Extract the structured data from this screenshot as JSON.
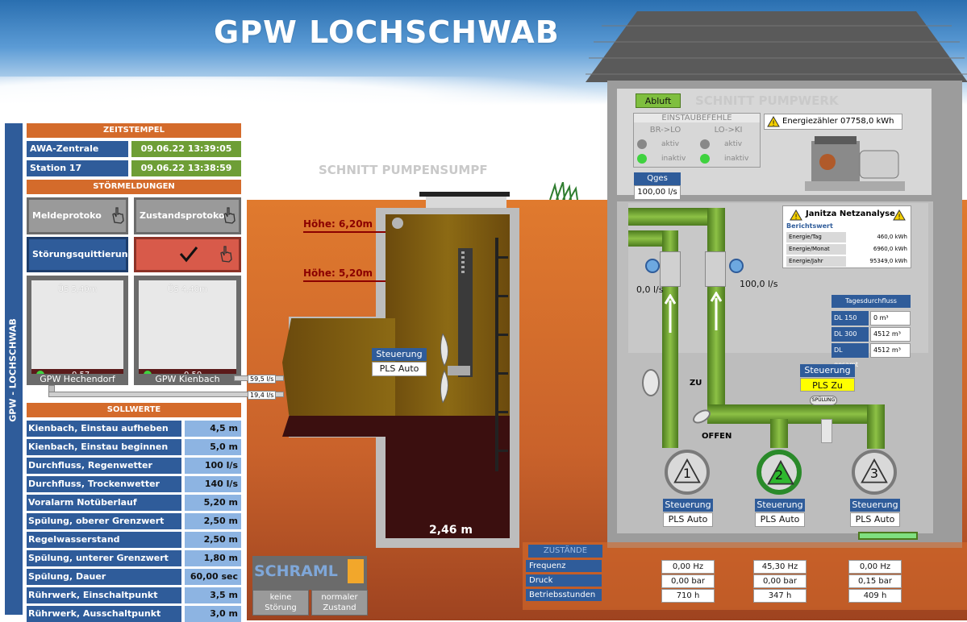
{
  "title": "GPW LOCHSCHWAB",
  "side_tab": "GPW - LOCHSCHWAB",
  "zeitstempel": {
    "header": "ZEITSTEMPEL",
    "rows": [
      {
        "label": "AWA-Zentrale",
        "value": "09.06.22 13:39:05"
      },
      {
        "label": "Station 17",
        "value": "09.06.22 13:38:59"
      }
    ]
  },
  "stoermeldungen": {
    "header": "STÖRMELDUNGEN",
    "melde": "Meldeprotoko",
    "zustand": "Zustandsprotoko",
    "quitt": "Störungsquittierung"
  },
  "tanks": [
    {
      "us": "ÜS 5,40m",
      "level": "0,57",
      "name": "GPW Hechendorf"
    },
    {
      "us": "ÜS 4,40m",
      "level": "0,50",
      "name": "GPW Kienbach"
    }
  ],
  "inflows": [
    "59,5 l/s",
    "19,4 l/s"
  ],
  "sollwerte": {
    "header": "SOLLWERTE",
    "rows": [
      {
        "label": "Kienbach, Einstau aufheben",
        "value": "4,5 m"
      },
      {
        "label": "Kienbach, Einstau beginnen",
        "value": "5,0 m"
      },
      {
        "label": "Durchfluss, Regenwetter",
        "value": "100 l/s"
      },
      {
        "label": "Durchfluss, Trockenwetter",
        "value": "140 l/s"
      },
      {
        "label": "Voralarm Notüberlauf",
        "value": "5,20 m"
      },
      {
        "label": "Spülung, oberer Grenzwert",
        "value": "2,50 m"
      },
      {
        "label": "Regelwasserstand",
        "value": "2,50 m"
      },
      {
        "label": "Spülung, unterer Grenzwert",
        "value": "1,80 m"
      },
      {
        "label": "Spülung, Dauer",
        "value": "60,00 sec"
      },
      {
        "label": "Rührwerk, Einschaltpunkt",
        "value": "3,5 m"
      },
      {
        "label": "Rührwerk, Ausschaltpunkt",
        "value": "3,0 m"
      }
    ]
  },
  "logo": "SCHRAML",
  "status_buttons": [
    "keine Störung",
    "normaler Zustand"
  ],
  "sumpf": {
    "title": "SCHNITT PUMPENSUMPF",
    "hoehe1": "Höhe: 6,20m",
    "hoehe2": "Höhe: 5,20m",
    "level": "2,46 m",
    "steuerung_label": "Steuerung",
    "steuerung_value": "PLS Auto"
  },
  "pumpwerk": {
    "title": "SCHNITT PUMPWERK",
    "abluft": "Abluft",
    "einstau": "EINSTAUBEFEHLE",
    "br_lo": "BR->LO",
    "lo_ki": "LO->KI",
    "aktiv": "aktiv",
    "inaktiv": "inaktiv",
    "energie": "Energiezähler  07758,0 kWh",
    "qges_label": "Qges",
    "qges_value": "100,00 l/s",
    "flow1": "0,0 l/s",
    "flow2": "100,0 l/s",
    "zu": "ZU",
    "offen": "OFFEN",
    "spuelung": "SPÜLUNG",
    "steuerung_label": "Steuerung",
    "steuerung_value": "PLS Zu",
    "janitza": {
      "title": "Janitza Netzanalyse",
      "subtitle": "Berichtswert",
      "rows": [
        {
          "label": "Energie/Tag",
          "value": "460,0 kWh"
        },
        {
          "label": "Energie/Monat",
          "value": "6960,0 kWh"
        },
        {
          "label": "Energie/Jahr",
          "value": "95349,0 kWh"
        }
      ]
    },
    "tagesdurchfluss": {
      "title": "Tagesdurchfluss",
      "rows": [
        {
          "label": "DL 150",
          "value": "0 m³"
        },
        {
          "label": "DL 300",
          "value": "4512 m³"
        },
        {
          "label": "DL gesamt",
          "value": "4512 m³"
        }
      ]
    },
    "pumps": [
      {
        "num": "1",
        "label": "Steuerung",
        "value": "PLS Auto",
        "active": false
      },
      {
        "num": "2",
        "label": "Steuerung",
        "value": "PLS Auto",
        "active": true
      },
      {
        "num": "3",
        "label": "Steuerung",
        "value": "PLS Auto",
        "active": false
      }
    ]
  },
  "zustaende": {
    "header": "ZUSTÄNDE",
    "rows": [
      {
        "label": "Frequenz",
        "values": [
          "0,00 Hz",
          "45,30 Hz",
          "0,00 Hz"
        ]
      },
      {
        "label": "Druck",
        "values": [
          "0,00 bar",
          "0,00 bar",
          "0,15 bar"
        ]
      },
      {
        "label": "Betriebsstunden",
        "values": [
          "710 h",
          "347 h",
          "409 h"
        ]
      }
    ]
  }
}
